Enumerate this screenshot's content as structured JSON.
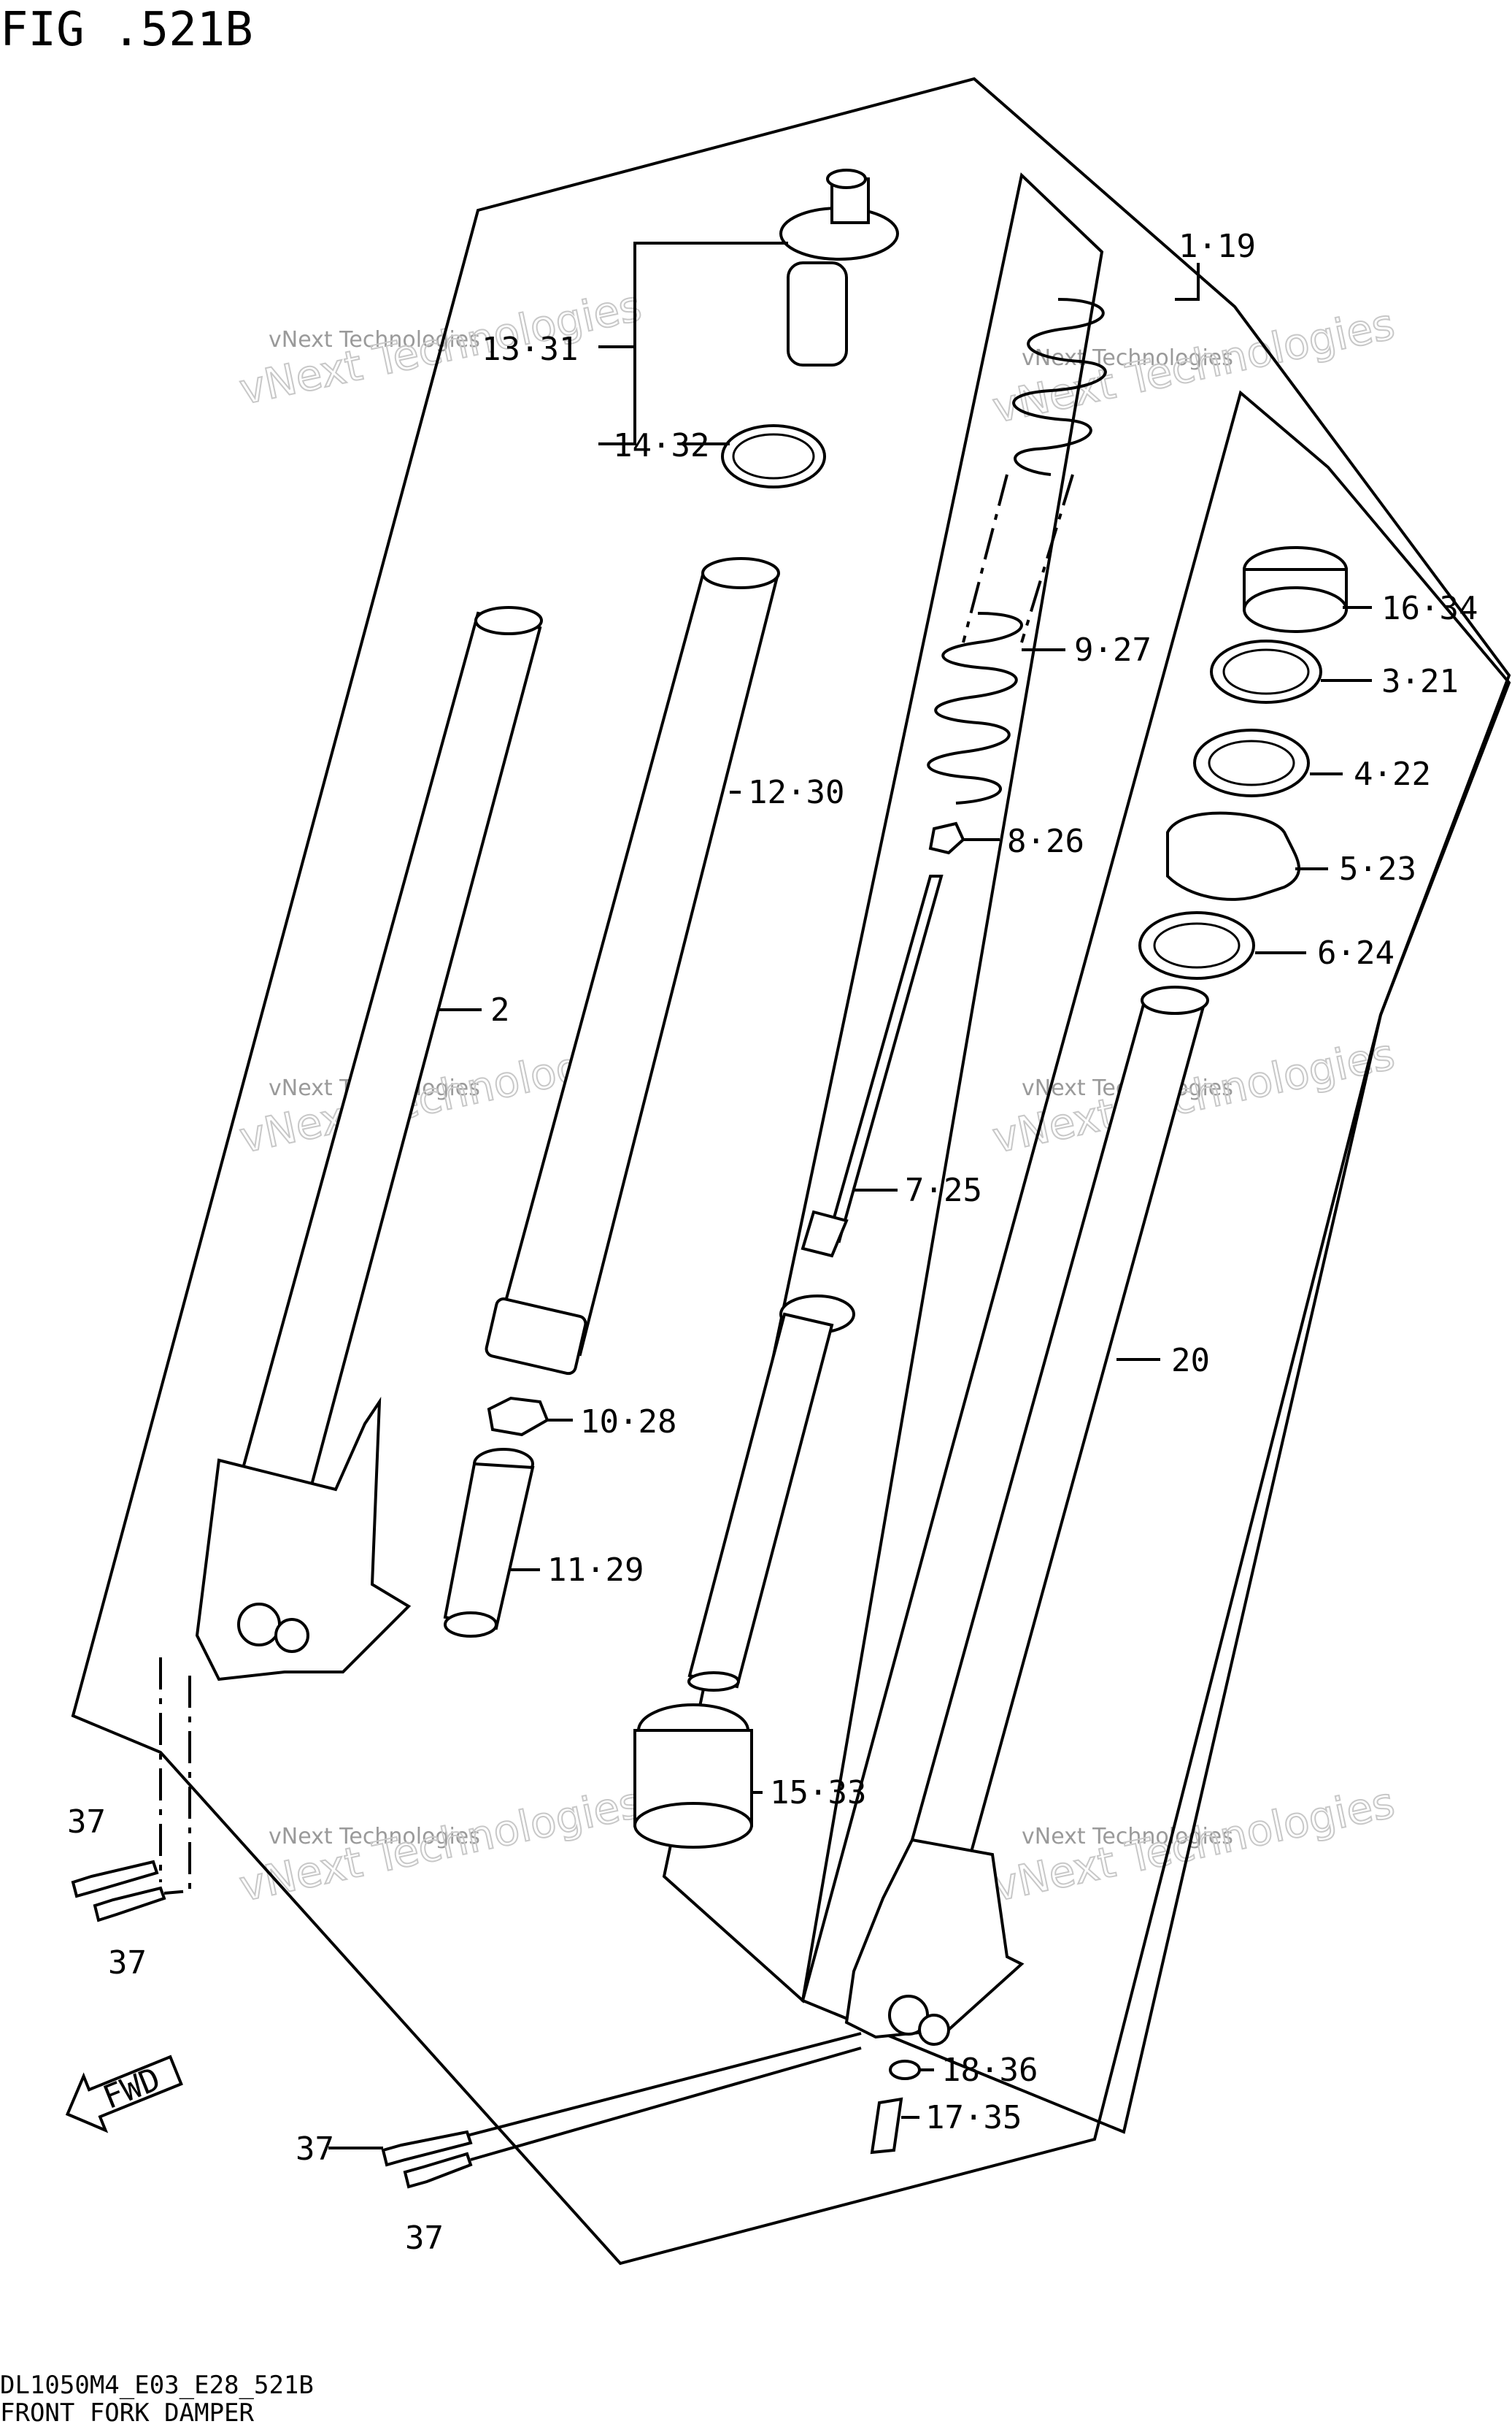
{
  "figure_title": "FIG .521B",
  "footer": {
    "code": "DL1050M4_E03_E28_521B",
    "caption": "FRONT FORK DAMPER"
  },
  "fwd_label": "FWD",
  "watermark": {
    "line1": "vNext Technologies",
    "line2": "vNext Technologies"
  },
  "callouts": {
    "c_1_19": "1·19",
    "c_13_31": "13·31",
    "c_14_32": "14·32",
    "c_16_34": "16·34",
    "c_9_27": "9·27",
    "c_3_21": "3·21",
    "c_4_22": "4·22",
    "c_12_30": "12·30",
    "c_8_26": "8·26",
    "c_5_23": "5·23",
    "c_6_24": "6·24",
    "c_2": "2",
    "c_7_25": "7·25",
    "c_20": "20",
    "c_10_28": "10·28",
    "c_11_29": "11·29",
    "c_15_33": "15·33",
    "c_37_a": "37",
    "c_37_b": "37",
    "c_18_36": "18·36",
    "c_17_35": "17·35",
    "c_37_c": "37",
    "c_37_d": "37"
  }
}
